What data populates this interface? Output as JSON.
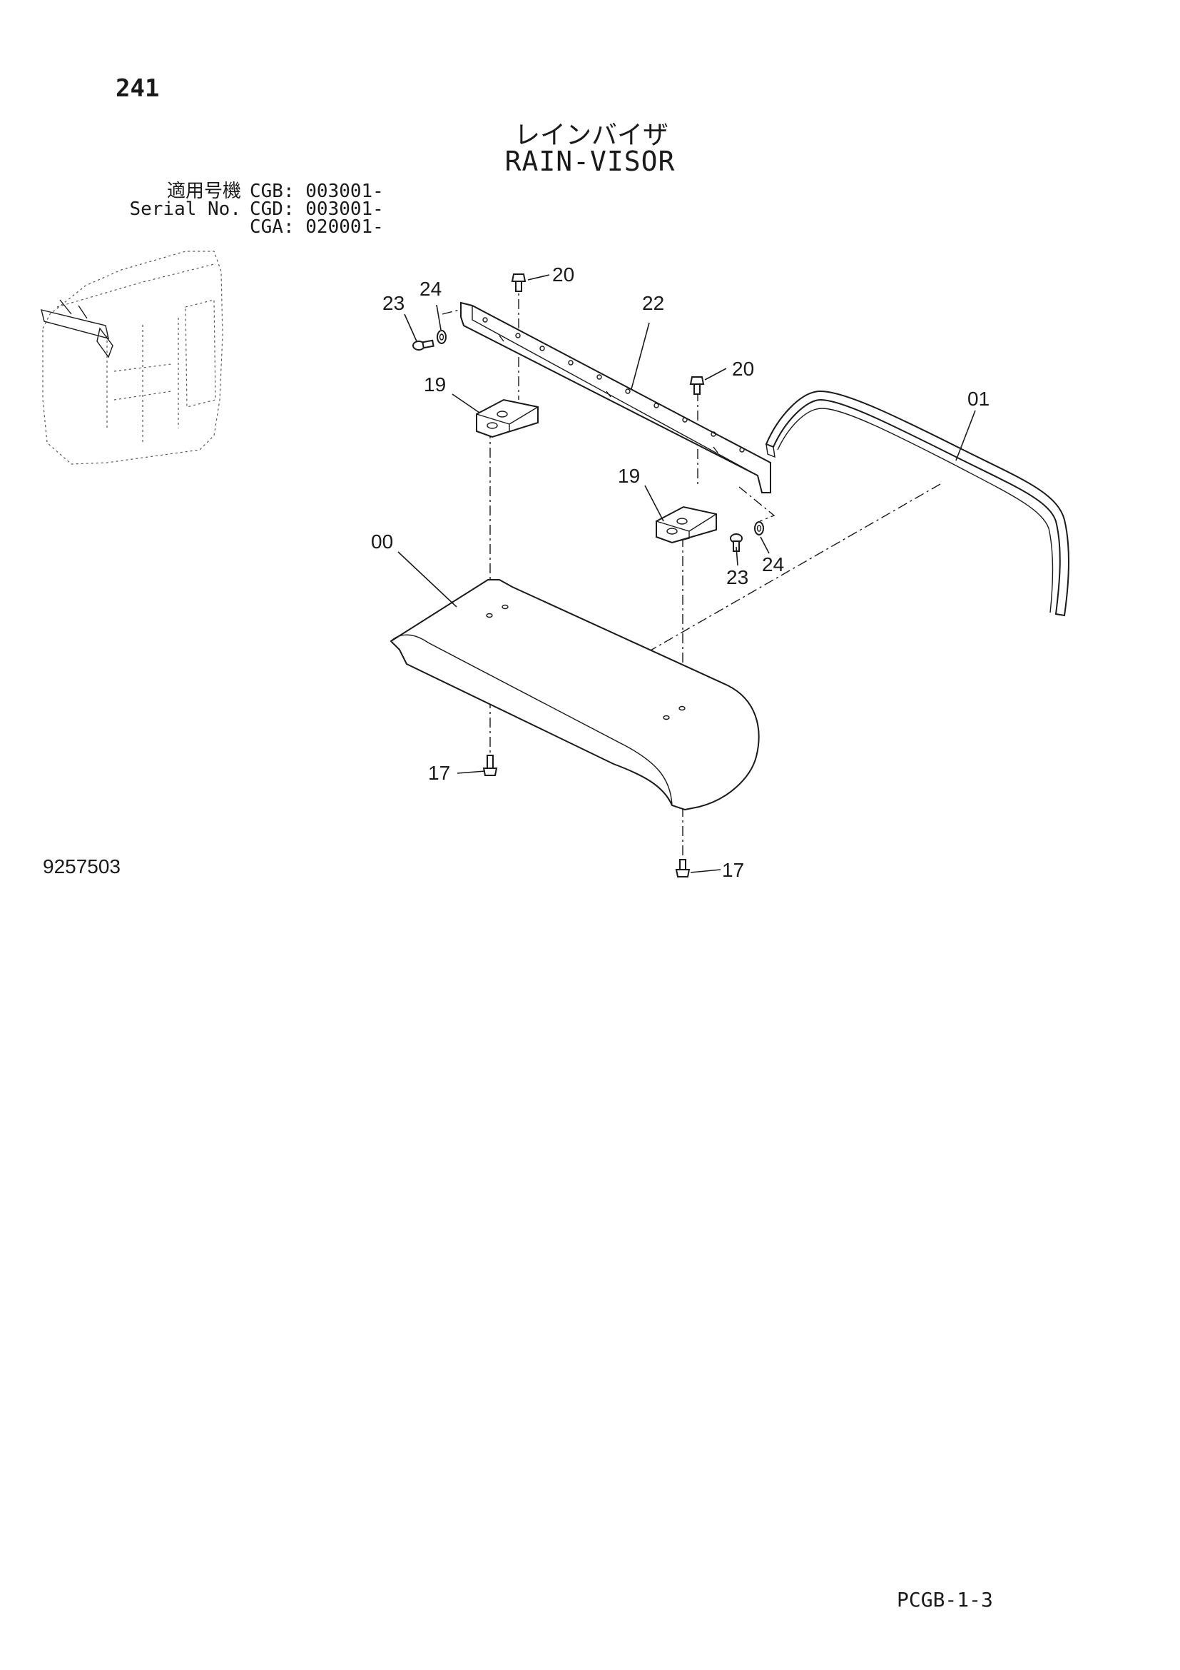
{
  "page_number": "241",
  "title_jp": "レインバイザ",
  "title_en": "RAIN-VISOR",
  "serial": {
    "label_jp": "適用号機",
    "label_en": "Serial No.",
    "codes": [
      "CGB: 003001-",
      "CGD: 003001-",
      "CGA: 020001-"
    ]
  },
  "callouts": [
    {
      "id": "c20a",
      "label": "20"
    },
    {
      "id": "c24a",
      "label": "24"
    },
    {
      "id": "c23a",
      "label": "23"
    },
    {
      "id": "c22",
      "label": "22"
    },
    {
      "id": "c20b",
      "label": "20"
    },
    {
      "id": "c19a",
      "label": "19"
    },
    {
      "id": "c01",
      "label": "01"
    },
    {
      "id": "c19b",
      "label": "19"
    },
    {
      "id": "c00",
      "label": "00"
    },
    {
      "id": "c23b",
      "label": "23"
    },
    {
      "id": "c24b",
      "label": "24"
    },
    {
      "id": "c17a",
      "label": "17"
    },
    {
      "id": "c17b",
      "label": "17"
    }
  ],
  "drawing_number": "9257503",
  "page_code": "PCGB-1-3"
}
